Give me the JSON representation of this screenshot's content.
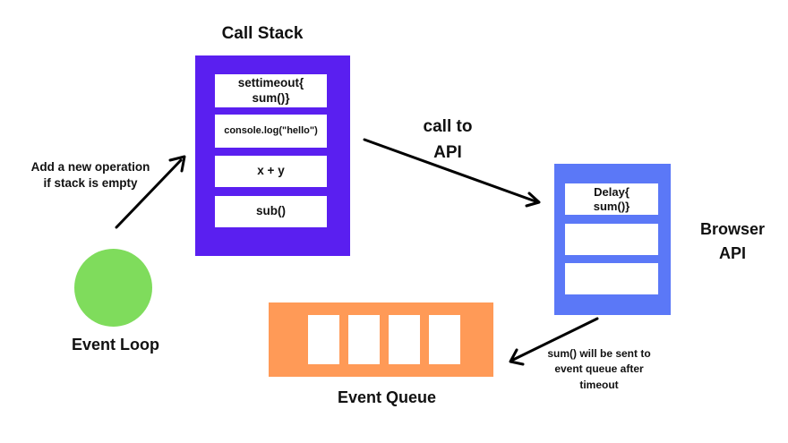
{
  "call_stack": {
    "title": "Call Stack",
    "frames": [
      {
        "line1": "settimeout{",
        "line2": "sum()}"
      },
      {
        "text": "console.log(\"hello\")"
      },
      {
        "text": "x + y"
      },
      {
        "text": "sub()"
      }
    ]
  },
  "browser_api": {
    "title_line1": "Browser",
    "title_line2": "API",
    "slots": [
      {
        "line1": "Delay{",
        "line2": "sum()}"
      },
      {
        "text": ""
      },
      {
        "text": ""
      }
    ]
  },
  "event_loop": {
    "title": "Event Loop"
  },
  "event_queue": {
    "title": "Event Queue",
    "slot_count": 4
  },
  "annotations": {
    "add_operation_line1": "Add a new operation",
    "add_operation_line2": "if stack is empty",
    "call_api_line1": "call to",
    "call_api_line2": "API",
    "sum_sent_line1": "sum() will be sent to",
    "sum_sent_line2": "event queue after",
    "sum_sent_line3": "timeout"
  },
  "colors": {
    "call_stack": "#5a1ff0",
    "browser_api": "#5b78f7",
    "event_queue": "#ff9a57",
    "event_loop": "#7fdc5c",
    "arrow": "#000000"
  }
}
